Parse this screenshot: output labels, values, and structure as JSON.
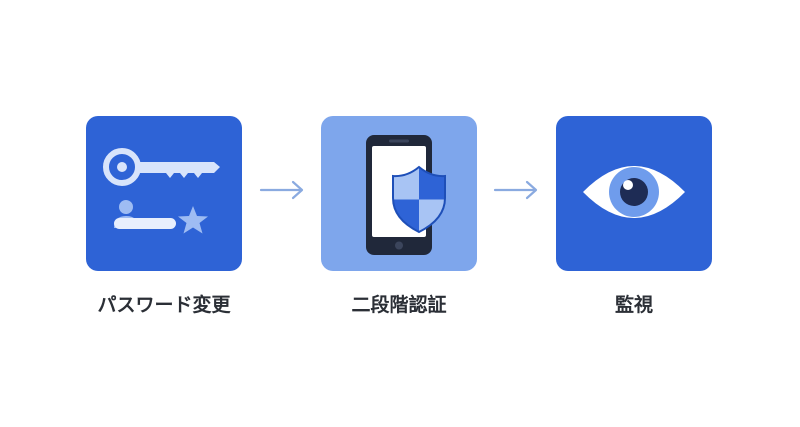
{
  "steps": [
    {
      "label": "パスワード変更",
      "icon": "key-and-password-field-icon",
      "background": "#2e63d6"
    },
    {
      "label": "二段階認証",
      "icon": "phone-shield-icon",
      "background": "#7ea6ec"
    },
    {
      "label": "監視",
      "icon": "eye-icon",
      "background": "#2e63d6"
    }
  ],
  "arrows": [
    {
      "icon": "arrow-right-icon",
      "color": "#8aaae0"
    },
    {
      "icon": "arrow-right-icon",
      "color": "#8aaae0"
    }
  ]
}
